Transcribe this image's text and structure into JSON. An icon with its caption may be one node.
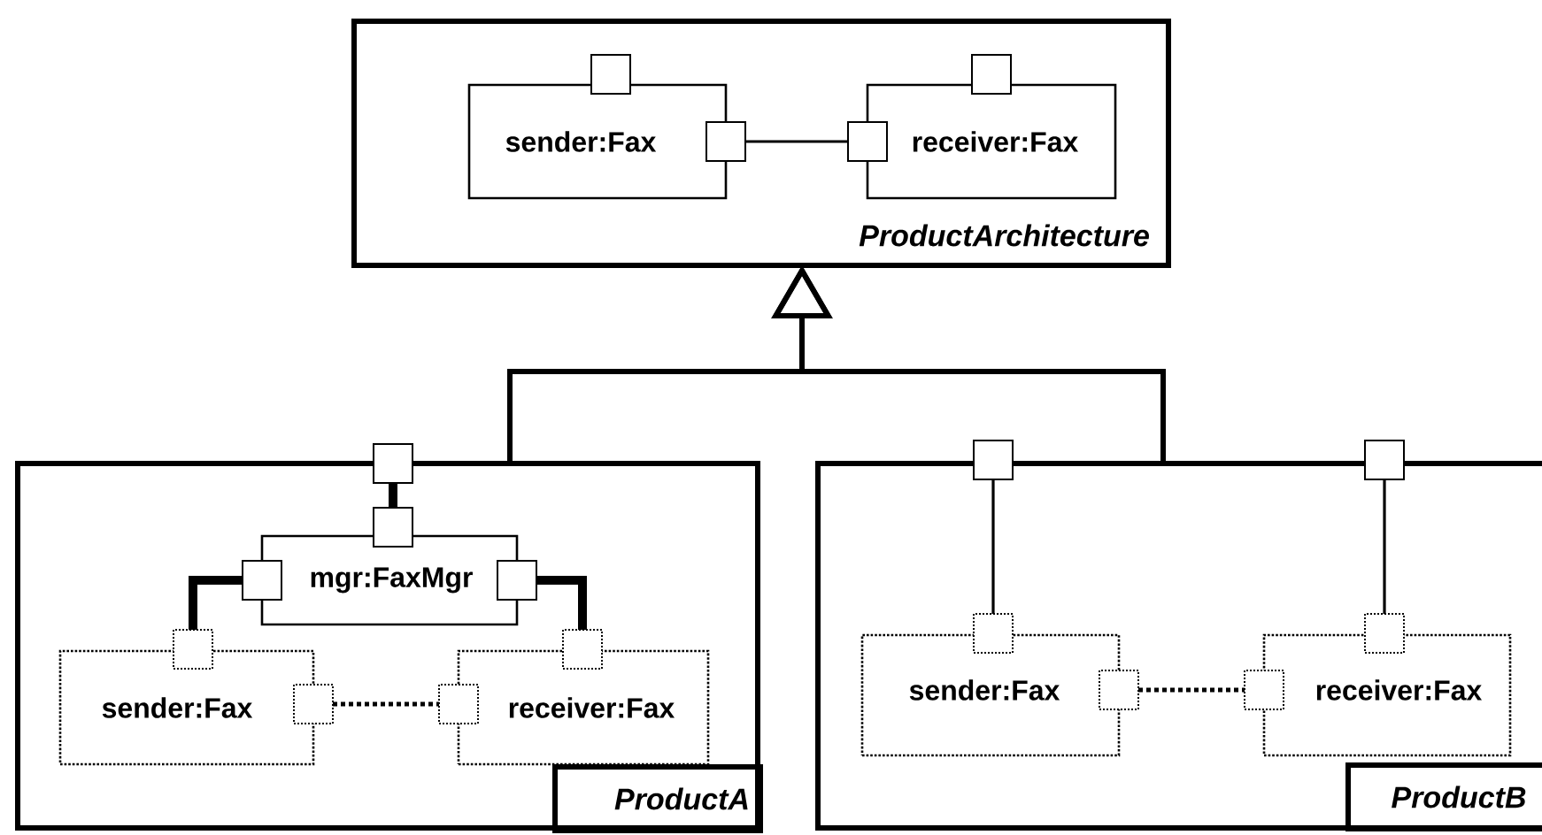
{
  "diagram": {
    "nodes": [
      {
        "text": [
          "ProductArchitecture"
        ]
      },
      {
        "text": [
          "sender:Fax"
        ],
        "in": 0
      },
      {
        "text": [],
        "shape": "box",
        "in": 0
      },
      {
        "text": [],
        "shape": "box",
        "in": 0
      },
      {
        "text": [
          "receiver:Fax"
        ],
        "in": 0
      },
      {
        "text": [],
        "shape": "box",
        "in": 0
      },
      {
        "text": [],
        "shape": "box",
        "in": 0
      },
      {
        "text": [
          "ProductA"
        ]
      },
      {
        "text": [],
        "shape": "box"
      },
      {
        "text": [
          "mgr:FaxMgr"
        ],
        "in": 7
      },
      {
        "text": [],
        "shape": "box",
        "in": 7
      },
      {
        "text": [],
        "shape": "box",
        "in": 7
      },
      {
        "text": [],
        "shape": "box",
        "in": 7
      },
      {
        "text": [
          "sender:Fax"
        ],
        "in": 7
      },
      {
        "text": [],
        "shape": "box",
        "in": 7
      },
      {
        "text": [],
        "shape": "box",
        "in": 7
      },
      {
        "text": [
          "receiver:Fax"
        ],
        "in": 7
      },
      {
        "text": [],
        "shape": "box",
        "in": 7
      },
      {
        "text": [],
        "shape": "box",
        "in": 7
      },
      {
        "text": [
          "ProductB"
        ]
      },
      {
        "text": [],
        "shape": "box"
      },
      {
        "text": [],
        "shape": "box"
      },
      {
        "text": [
          "sender:Fax"
        ],
        "in": 19
      },
      {
        "text": [],
        "shape": "box",
        "in": 19
      },
      {
        "text": [],
        "shape": "box",
        "in": 19
      },
      {
        "text": [
          "receiver:Fax"
        ],
        "in": 19
      },
      {
        "text": [],
        "shape": "box",
        "in": 19
      },
      {
        "text": [],
        "shape": "box",
        "in": 19
      }
    ],
    "edges": [
      {
        "from": 3,
        "to": 6,
        "arrow": "none"
      },
      {
        "from": 7,
        "to": 0,
        "arrow": "to"
      },
      {
        "from": 19,
        "to": 0,
        "arrow": "to"
      },
      {
        "from": 8,
        "to": 10,
        "arrow": "none",
        "style": "thick"
      },
      {
        "from": 11,
        "to": 14,
        "arrow": "none",
        "style": "thick"
      },
      {
        "from": 12,
        "to": 17,
        "arrow": "none",
        "style": "thick"
      },
      {
        "from": 15,
        "to": 18,
        "arrow": "none",
        "style": "dashed"
      },
      {
        "from": 20,
        "to": 23,
        "arrow": "none"
      },
      {
        "from": 21,
        "to": 26,
        "arrow": "none"
      },
      {
        "from": 24,
        "to": 27,
        "arrow": "none",
        "style": "dashed"
      }
    ]
  }
}
